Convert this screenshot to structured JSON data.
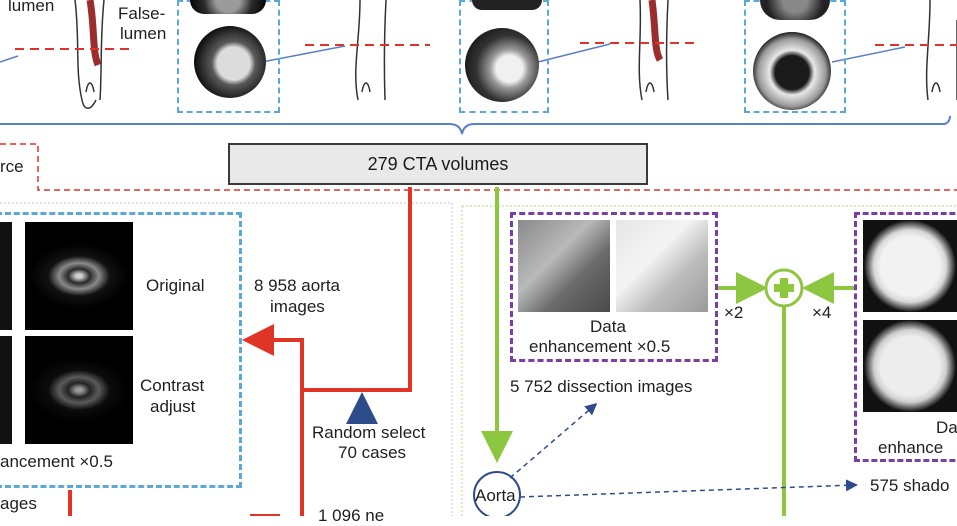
{
  "top_labels": {
    "lumen": "lumen",
    "false_lumen_line1": "False-",
    "false_lumen_line2": "lumen"
  },
  "source_label": "rce",
  "main_box": "279 CTA volumes",
  "left_panel": {
    "original": "Original",
    "contrast_line1": "Contrast",
    "contrast_line2": "adjust",
    "enhancement": "ancement ×0.5",
    "images_bottom": "ages"
  },
  "aorta_images_line1": "8 958 aorta",
  "aorta_images_line2": "images",
  "random_select_line1": "Random select",
  "random_select_line2": "70 cases",
  "bottom_partial": "1 096 ne",
  "right_panel": {
    "data_enh_line1": "Data",
    "data_enh_line2": "enhancement ×0.5",
    "dissection_images": "5 752 dissection images",
    "x2": "×2",
    "x4": "×4",
    "data_enh_right_line1": "Da",
    "data_enh_right_line2": "enhance",
    "aorta_node": "Aorta",
    "shadow_count": "575 shado"
  },
  "colors": {
    "red": "#e03426",
    "green": "#8dc63f",
    "blue": "#5aa9d8",
    "purple": "#7b3fa3",
    "dark_blue": "#2f4c8a"
  }
}
